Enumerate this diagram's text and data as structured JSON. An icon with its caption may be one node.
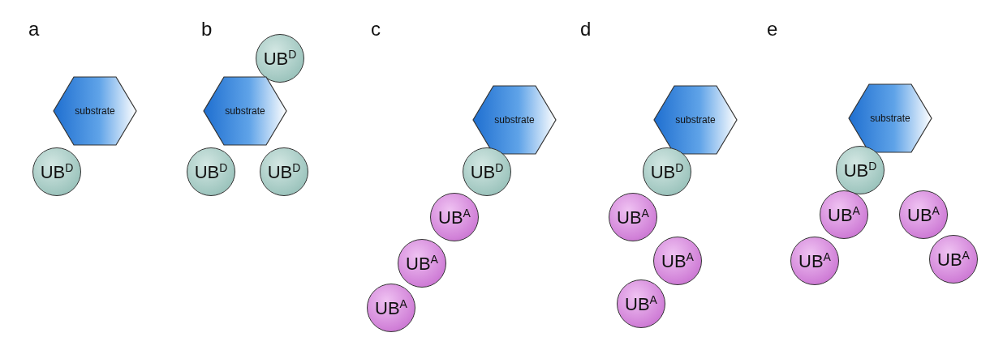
{
  "diagram": {
    "nodes": [
      {
        "text": [
          "substrate"
        ]
      },
      {
        "text": [
          "UB$^{D}$"
        ]
      },
      {
        "text": [
          "UB$^{D}$"
        ]
      },
      {
        "text": [
          "substrate"
        ]
      },
      {
        "text": [
          "UB$^{D}$"
        ]
      },
      {
        "text": [
          "UB$^{D}$"
        ]
      },
      {
        "text": [
          "substrate"
        ]
      },
      {
        "text": [
          "UB$^{D}$"
        ]
      },
      {
        "text": [
          "UB$^{A}$"
        ]
      },
      {
        "text": [
          "UB$^{A}$"
        ]
      },
      {
        "text": [
          "UB$^{A}$"
        ]
      },
      {
        "text": [
          "substrate"
        ]
      },
      {
        "text": [
          "UB$^{D}$"
        ]
      },
      {
        "text": [
          "UB$^{A}$"
        ]
      },
      {
        "text": [
          "UB$^{A}$"
        ]
      },
      {
        "text": [
          "UB$^{A}$"
        ]
      },
      {
        "text": [
          "substrate"
        ]
      },
      {
        "text": [
          "UB$^{D}$"
        ]
      },
      {
        "text": [
          "UB$^{A}$"
        ]
      },
      {
        "text": [
          "UB$^{A}$"
        ]
      },
      {
        "text": [
          "UB$^{A}$"
        ]
      },
      {
        "text": [
          "UB$^{A}$"
        ]
      }
    ],
    "edges": [],
    "labels": [
      "a",
      "b",
      "c",
      "d",
      "e"
    ]
  }
}
